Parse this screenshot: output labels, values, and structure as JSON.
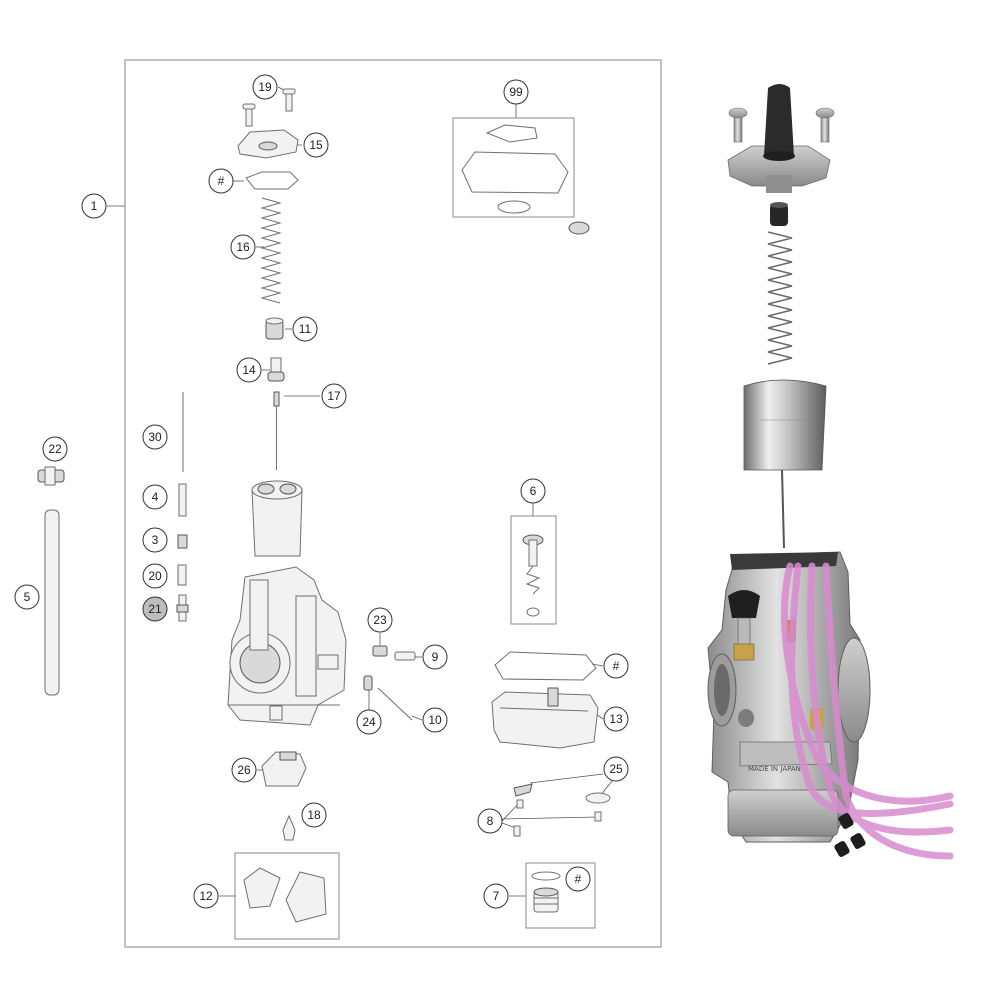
{
  "callouts": {
    "c1": "1",
    "c19": "19",
    "c15": "15",
    "c_hash_top": "#",
    "c16": "16",
    "c11": "11",
    "c14": "14",
    "c17": "17",
    "c30": "30",
    "c4": "4",
    "c3": "3",
    "c20": "20",
    "c21": "21",
    "c22": "22",
    "c5": "5",
    "c99": "99",
    "c6": "6",
    "c23": "23",
    "c9": "9",
    "c_hash_mid": "#",
    "c24": "24",
    "c10": "10",
    "c13": "13",
    "c26": "26",
    "c25": "25",
    "c18": "18",
    "c8": "8",
    "c12": "12",
    "c7": "7",
    "c_hash_bot": "#"
  },
  "photo": {
    "stamp": "MADE IN JAPAN",
    "hose_color": "#d98bd0"
  },
  "colors": {
    "line": "#555555",
    "frame": "#9a9a9a",
    "shaded_callout": "#bdbdbd"
  }
}
